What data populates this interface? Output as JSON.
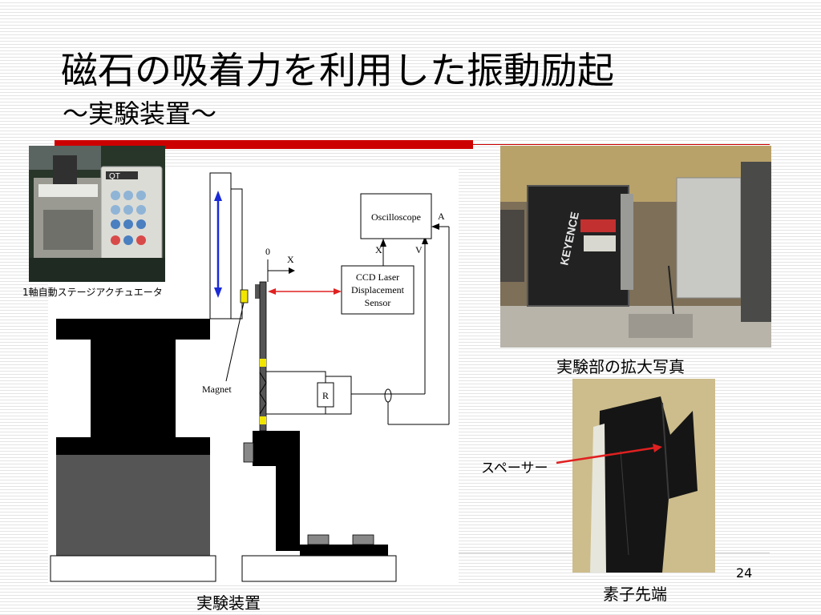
{
  "slide": {
    "title": "磁石の吸着力を利用した振動励起",
    "subtitle": "～実験装置～",
    "page_number": "24"
  },
  "labels": {
    "stage_actuator": "1軸自動ステージアクチュエータ",
    "setup": "実験装置",
    "closeup_photo": "実験部の拡大写真",
    "spacer": "スペーサー",
    "tip": "素子先端"
  },
  "schematic": {
    "oscilloscope": "Oscilloscope",
    "sensor_line1": "CCD Laser",
    "sensor_line2": "Displacement",
    "sensor_line3": "Sensor",
    "magnet": "Magnet",
    "resistor": "R",
    "axis_origin": "0",
    "axis_x": "X",
    "osc_x": "X",
    "osc_v": "V",
    "osc_a": "A"
  },
  "photo_text": {
    "controller_brand": "QT",
    "sensor_brand": "KEYENCE"
  },
  "colors": {
    "accent_red": "#cc0000",
    "arrow_blue": "#1a2ad6",
    "arrow_red": "#e02020",
    "magnet_yellow": "#f2e600"
  }
}
